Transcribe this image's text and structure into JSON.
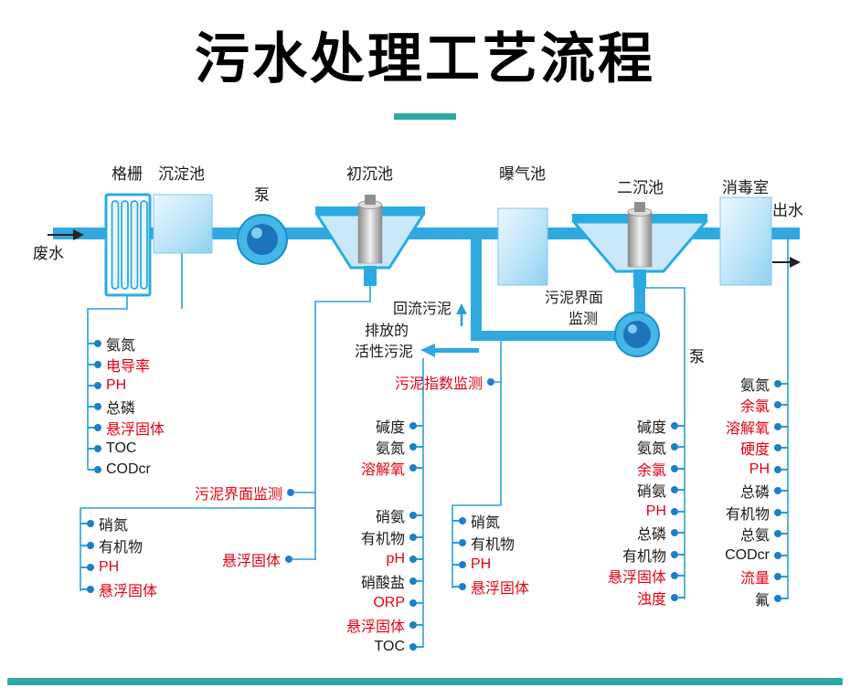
{
  "title": "污水处理工艺流程",
  "process": {
    "influent": "废水",
    "grid": "格栅",
    "sedimentation_tank": "沉淀池",
    "pump1": "泵",
    "primary_tank": "初沉池",
    "aeration_tank": "曝气池",
    "secondary_tank": "二沉池",
    "disinfection_room": "消毒室",
    "pump2": "泵",
    "effluent": "出水"
  },
  "annotations": {
    "return_sludge": "回流污泥",
    "discharged_line1": "排放的",
    "discharged_line2": "活性污泥",
    "sludge_index_monitoring": "污泥指数监测",
    "sludge_interface_monitoring": "污泥界面监测",
    "sludge_interface_line1": "污泥界面",
    "sludge_interface_line2": "监测",
    "suspended_solids": "悬浮固体"
  },
  "param_groups": {
    "pretreatment": {
      "items": [
        {
          "label": "氨氮",
          "red": false
        },
        {
          "label": "电导率",
          "red": true
        },
        {
          "label": "PH",
          "red": true
        },
        {
          "label": "总磷",
          "red": false
        },
        {
          "label": "悬浮固体",
          "red": true
        },
        {
          "label": "TOC",
          "red": false
        },
        {
          "label": "CODcr",
          "red": false
        }
      ]
    },
    "primary_outlet": {
      "items": [
        {
          "label": "硝氮",
          "red": false
        },
        {
          "label": "有机物",
          "red": false
        },
        {
          "label": "PH",
          "red": true
        },
        {
          "label": "悬浮固体",
          "red": true
        }
      ]
    },
    "sludge_upper": {
      "items": [
        {
          "label": "碱度",
          "red": false
        },
        {
          "label": "氨氮",
          "red": false
        },
        {
          "label": "溶解氧",
          "red": true
        }
      ]
    },
    "sludge_lower": {
      "items": [
        {
          "label": "硝氨",
          "red": false
        },
        {
          "label": "有机物",
          "red": false
        },
        {
          "label": "pH",
          "red": true
        },
        {
          "label": "硝酸盐",
          "red": false
        },
        {
          "label": "ORP",
          "red": true
        },
        {
          "label": "悬浮固体",
          "red": true
        },
        {
          "label": "TOC",
          "red": false
        }
      ]
    },
    "aeration_outlet": {
      "items": [
        {
          "label": "硝氮",
          "red": false
        },
        {
          "label": "有机物",
          "red": false
        },
        {
          "label": "PH",
          "red": true
        },
        {
          "label": "悬浮固体",
          "red": true
        }
      ]
    },
    "secondary_outlet": {
      "items": [
        {
          "label": "碱度",
          "red": false
        },
        {
          "label": "氨氮",
          "red": false
        },
        {
          "label": "余氯",
          "red": true
        },
        {
          "label": "硝氨",
          "red": false
        },
        {
          "label": "PH",
          "red": true
        },
        {
          "label": "总磷",
          "red": false
        },
        {
          "label": "有机物",
          "red": false
        },
        {
          "label": "悬浮固体",
          "red": true
        },
        {
          "label": "浊度",
          "red": true
        }
      ]
    },
    "effluent_quality": {
      "items": [
        {
          "label": "氨氮",
          "red": false
        },
        {
          "label": "余氯",
          "red": true
        },
        {
          "label": "溶解氧",
          "red": true
        },
        {
          "label": "硬度",
          "red": true
        },
        {
          "label": "PH",
          "red": true
        },
        {
          "label": "总磷",
          "red": false
        },
        {
          "label": "有机物",
          "red": false
        },
        {
          "label": "总氨",
          "red": false
        },
        {
          "label": "CODcr",
          "red": false
        },
        {
          "label": "流量",
          "red": true
        },
        {
          "label": "氟",
          "red": false
        }
      ]
    }
  },
  "colors": {
    "pipe_blue": "#31A8E0",
    "line_blue": "#2E9FD9",
    "dot_blue": "#1C7FC8",
    "tank_border": "#29ABE2",
    "alert_red": "#E60012",
    "accent_teal": "#2EA8A5",
    "text_black": "#1A1A1A"
  }
}
